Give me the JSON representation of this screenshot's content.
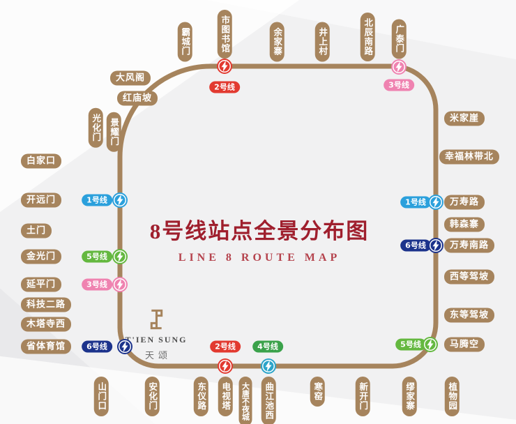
{
  "title": {
    "main": "8号线站点全景分布图",
    "subtitle": "LINE 8 ROUTE MAP"
  },
  "logo": {
    "name_en": "T'IEN SUNG",
    "name_cn": "天颂"
  },
  "colors": {
    "loop_line8": "#a6845d",
    "station_pill": "#a6845d",
    "title_red": "#9f1f2d",
    "line1_blue": "#2ba0dc",
    "line2_red": "#e23a30",
    "line3_pink": "#ef82b0",
    "line4_label_green": "#3ba24b",
    "line4_icon_teal": "#2ba4c9",
    "line5_green": "#64b83f",
    "line6_navy": "#1c338c"
  },
  "map": {
    "line_name": "8号线",
    "stations": {
      "top": [
        "霸城门",
        "市图书馆",
        "余家寨",
        "井上村",
        "北辰南路",
        "广泰门"
      ],
      "corner_nw": [
        "大风阁",
        "红庙坡",
        "光化门",
        "景耀门"
      ],
      "left": [
        "白家口",
        "开远门",
        "土门",
        "金光门",
        "延平门",
        "科技二路",
        "木塔寺西",
        "省体育馆"
      ],
      "right": [
        "米家崖",
        "幸福林带北",
        "万寿路",
        "韩森寨",
        "万寿南路",
        "西等驾坡",
        "东等驾坡",
        "马腾空"
      ],
      "bottom": [
        "山门口",
        "安化门",
        "东仪路",
        "电视塔",
        "大唐不夜城",
        "曲江池西",
        "寒窑",
        "新开门",
        "缪家寨",
        "植物园"
      ]
    },
    "transfers": [
      {
        "label": "2号线",
        "station": "市图书馆",
        "color": "#e23a30"
      },
      {
        "label": "3号线",
        "station": "广泰门",
        "color": "#ef82b0"
      },
      {
        "label": "1号线",
        "station": "开远门",
        "color": "#2ba0dc"
      },
      {
        "label": "5号线",
        "station": "金光门",
        "color": "#64b83f"
      },
      {
        "label": "3号线",
        "station": "延平门",
        "color": "#ef82b0"
      },
      {
        "label": "6号线",
        "station": "省体育馆",
        "color": "#1c338c"
      },
      {
        "label": "1号线",
        "station": "万寿路",
        "color": "#2ba0dc"
      },
      {
        "label": "6号线",
        "station": "万寿南路",
        "color": "#1c338c"
      },
      {
        "label": "5号线",
        "station": "马腾空",
        "color": "#64b83f"
      },
      {
        "label": "2号线",
        "station": "电视塔",
        "color": "#e23a30"
      },
      {
        "label": "4号线",
        "station": "曲江池西",
        "color": "#3ba24b"
      }
    ]
  }
}
